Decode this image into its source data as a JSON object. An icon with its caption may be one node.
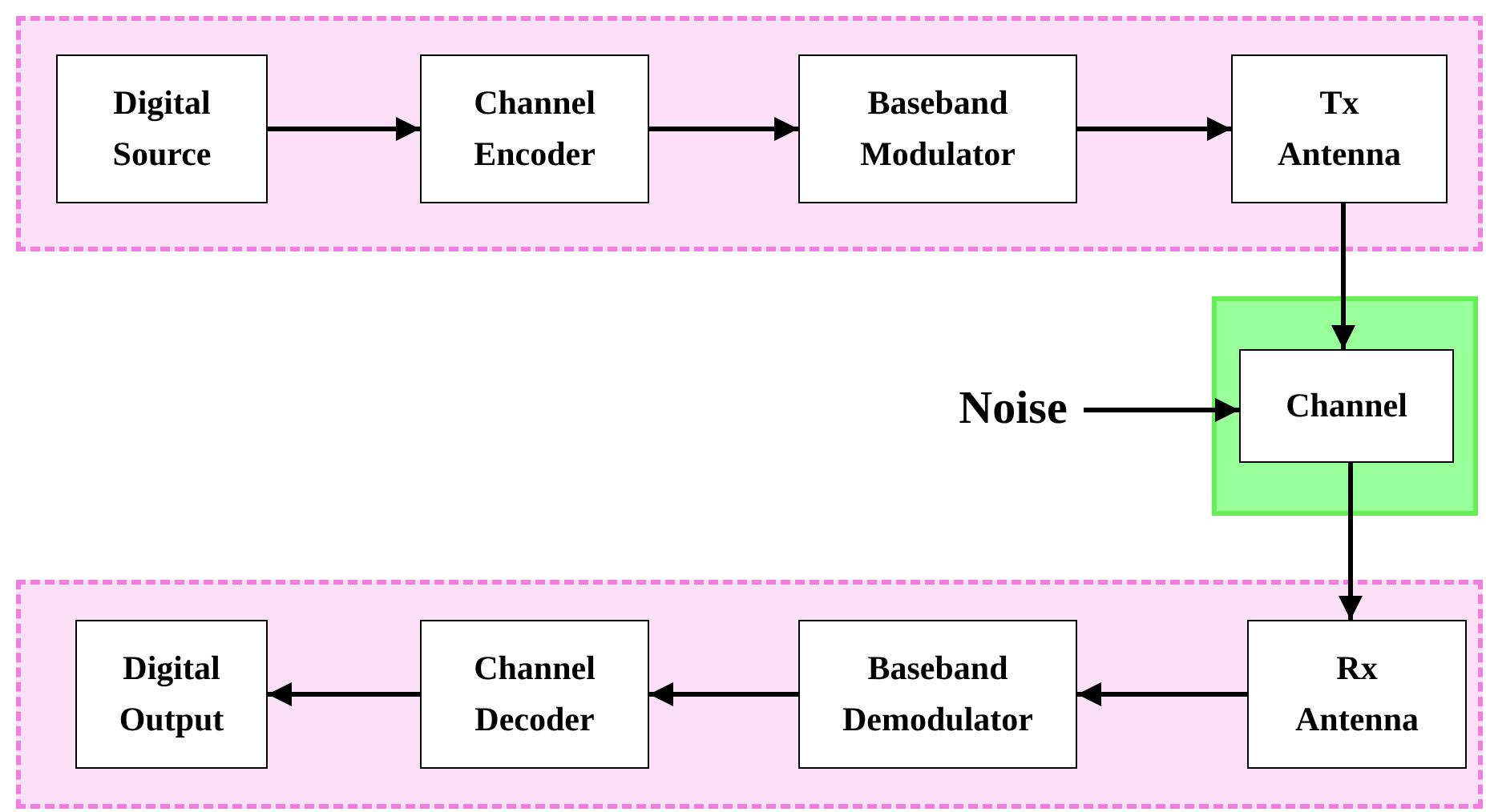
{
  "diagram": {
    "nodes": [
      {
        "text": [],
        "shape": "box"
      },
      {
        "text": [
          "Digital Source"
        ],
        "in": 0
      },
      {
        "text": [
          "Channel Encoder"
        ],
        "in": 0
      },
      {
        "text": [
          "Baseband Modulator"
        ],
        "in": 0
      },
      {
        "text": [
          "Tx Antenna"
        ],
        "in": 0
      },
      {
        "text": [],
        "shape": "box"
      },
      {
        "text": [
          "Channel"
        ],
        "in": 5
      },
      {
        "text": [
          "Noise"
        ]
      },
      {
        "text": [],
        "shape": "box"
      },
      {
        "text": [
          "Digital Output"
        ],
        "in": 8
      },
      {
        "text": [
          "Channel Decoder"
        ],
        "in": 8
      },
      {
        "text": [
          "Baseband Demodulator"
        ],
        "in": 8
      },
      {
        "text": [
          "Rx Antenna"
        ],
        "in": 8
      }
    ],
    "edges": [
      {
        "from": 1,
        "to": 2,
        "arrow": "to"
      },
      {
        "from": 2,
        "to": 3,
        "arrow": "to"
      },
      {
        "from": 3,
        "to": 4,
        "arrow": "to"
      },
      {
        "from": 4,
        "to": 6,
        "arrow": "to"
      },
      {
        "from": 7,
        "to": 6,
        "arrow": "to"
      },
      {
        "from": 6,
        "to": 12,
        "arrow": "to"
      },
      {
        "from": 12,
        "to": 11,
        "arrow": "to"
      },
      {
        "from": 11,
        "to": 10,
        "arrow": "to"
      },
      {
        "from": 10,
        "to": 9,
        "arrow": "to"
      }
    ]
  }
}
